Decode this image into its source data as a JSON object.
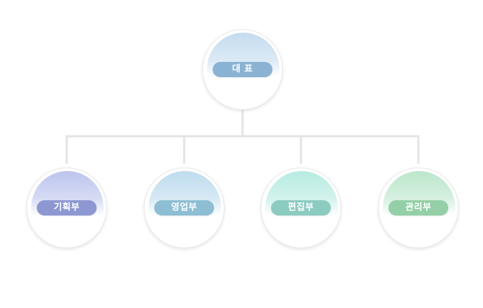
{
  "org_chart": {
    "root": {
      "label": "대 표",
      "pill_color": "#8ab3d3"
    },
    "departments": [
      {
        "label": "기획부",
        "pill_color": "#8d98d2"
      },
      {
        "label": "영업부",
        "pill_color": "#8dbed4"
      },
      {
        "label": "편집부",
        "pill_color": "#8ccbc0"
      },
      {
        "label": "관리부",
        "pill_color": "#94cfa7"
      }
    ],
    "connector_color": "#e3e3e3"
  }
}
